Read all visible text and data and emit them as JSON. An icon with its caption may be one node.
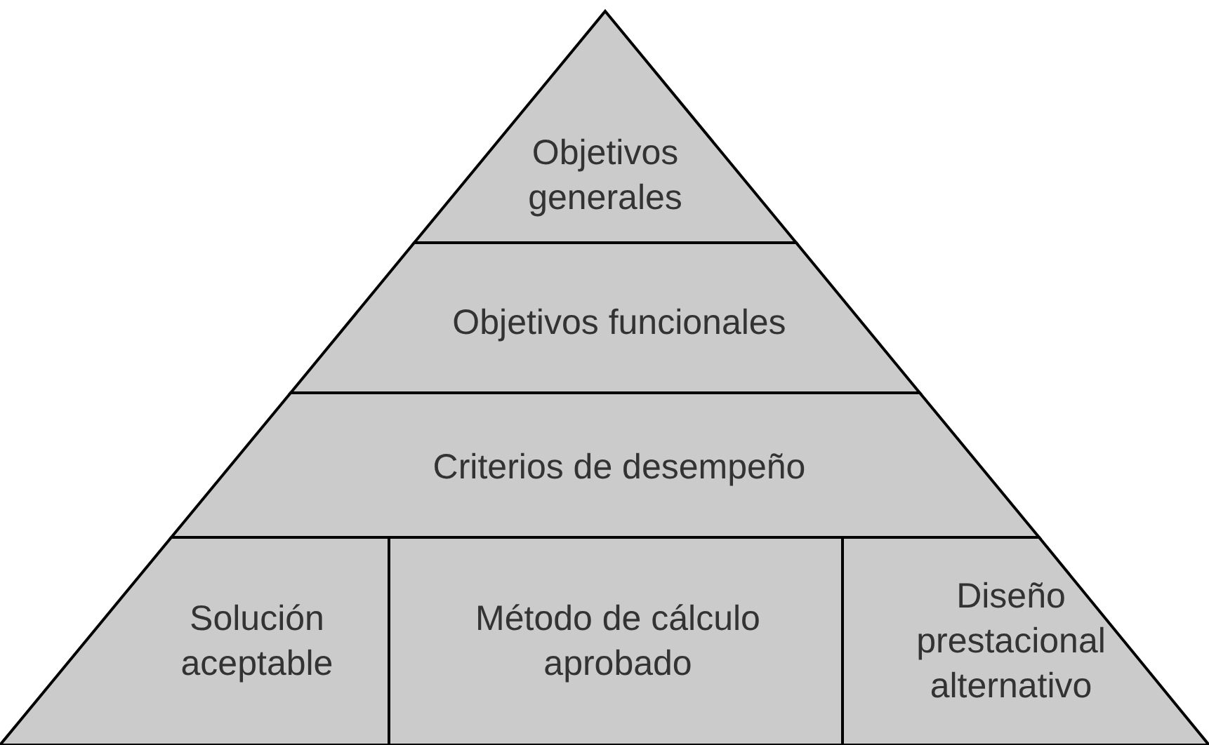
{
  "diagram": {
    "nodes": [
      {
        "text": [
          "Objetivos generales"
        ]
      },
      {
        "text": [
          "Objetivos funcionales"
        ]
      },
      {
        "text": [
          "Criterios de desempeño"
        ]
      },
      {
        "text": [
          "Solución aceptable"
        ]
      },
      {
        "text": [
          "Método de cálculo aprobado"
        ]
      },
      {
        "text": [
          "Diseño prestacional alternativo"
        ]
      }
    ]
  }
}
